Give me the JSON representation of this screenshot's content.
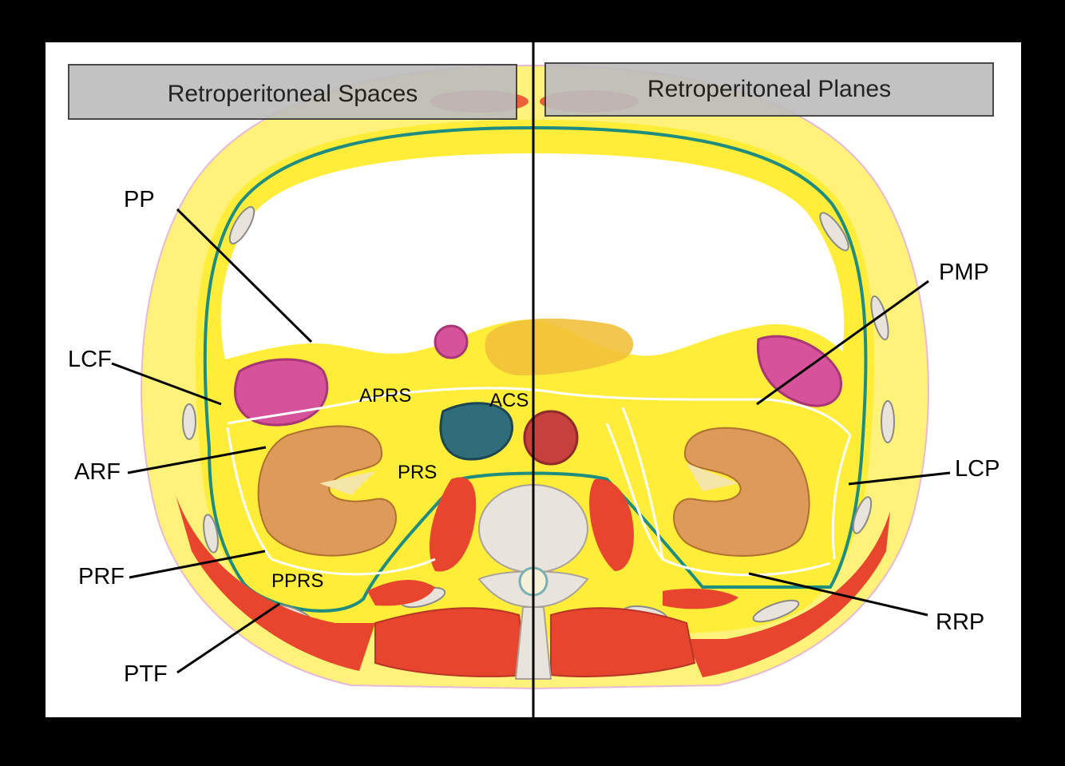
{
  "titles": {
    "left": "Retroperitoneal Spaces",
    "right": "Retroperitoneal Planes"
  },
  "labels": {
    "pp": "PP",
    "lcf": "LCF",
    "arf": "ARF",
    "prf": "PRF",
    "ptf": "PTF",
    "pmp": "PMP",
    "lcp": "LCP",
    "rrp": "RRP",
    "aprs": "APRS",
    "acs": "ACS",
    "prs": "PRS",
    "pprs": "PPRS"
  },
  "colors": {
    "background": "#000000",
    "panel": "#ffffff",
    "subcutaneous_fat": "#fff27a",
    "retroperitoneal_fat": "#ffed3a",
    "peritoneum": "#1f8c80",
    "muscle": "#e8452e",
    "kidney": "#dd9a58",
    "colon": "#d6529a",
    "bone": "#e8e4dc",
    "ivc": "#2f6d7a",
    "aorta": "#c6413d",
    "pancreas": "#f2c03a"
  }
}
